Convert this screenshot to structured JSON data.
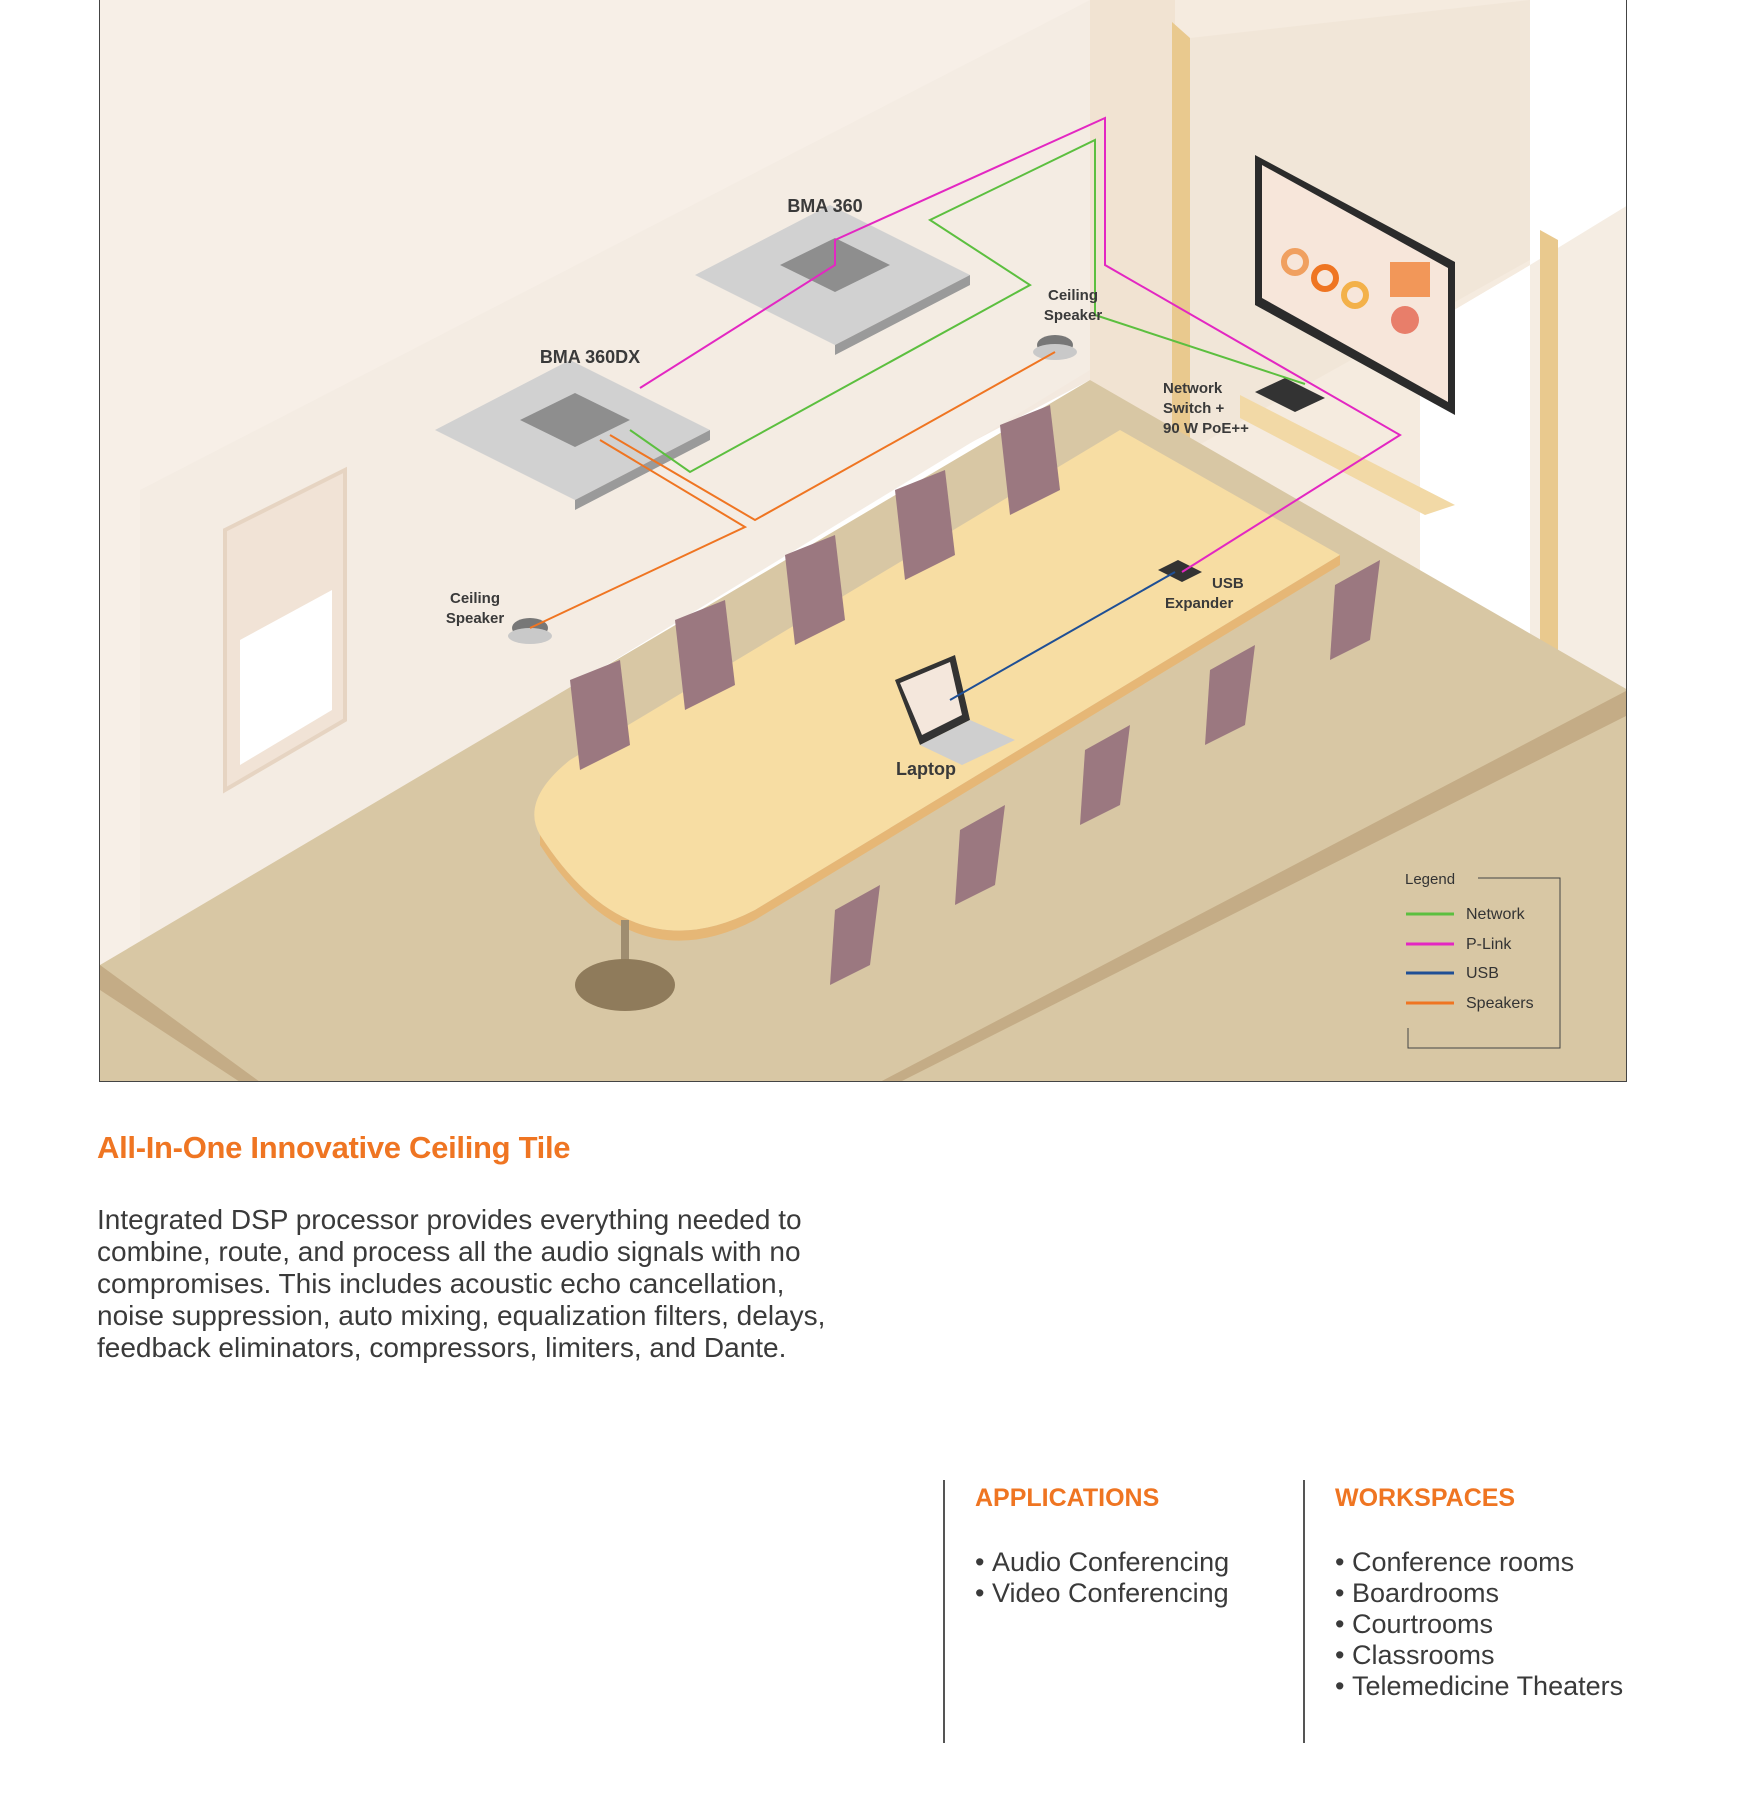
{
  "diagram": {
    "labels": {
      "bma360": "BMA 360",
      "bma360dx": "BMA 360DX",
      "ceiling_speaker_right_1": "Ceiling",
      "ceiling_speaker_right_2": "Speaker",
      "ceiling_speaker_left_1": "Ceiling",
      "ceiling_speaker_left_2": "Speaker",
      "network_switch_1": "Network",
      "network_switch_2": "Switch +",
      "network_switch_3": "90 W PoE++",
      "usb_expander_1": "USB",
      "usb_expander_2": "Expander",
      "laptop": "Laptop"
    },
    "legend": {
      "title": "Legend",
      "items": [
        {
          "label": "Network",
          "color": "#5cbf3f"
        },
        {
          "label": "P-Link",
          "color": "#e327c2"
        },
        {
          "label": "USB",
          "color": "#1f4f95"
        },
        {
          "label": "Speakers",
          "color": "#ef7522"
        }
      ]
    }
  },
  "intro": {
    "title": "All-In-One Innovative Ceiling Tile",
    "body": "Integrated DSP processor provides everything needed to combine, route, and process all the audio signals with no compromises. This includes acoustic echo cancellation, noise suppression, auto mixing, equalization filters, delays, feedback eliminators, compressors, limiters, and Dante."
  },
  "applications": {
    "heading": "APPLICATIONS",
    "items": [
      "Audio Conferencing",
      "Video Conferencing"
    ]
  },
  "workspaces": {
    "heading": "WORKSPACES",
    "items": [
      "Conference rooms",
      "Boardrooms",
      "Courtrooms",
      "Classrooms",
      "Telemedicine Theaters"
    ]
  },
  "colors": {
    "accent": "#ef7522",
    "floor": "#d8c7a4",
    "table": "#f7dda3",
    "chair": "#9b7880"
  }
}
